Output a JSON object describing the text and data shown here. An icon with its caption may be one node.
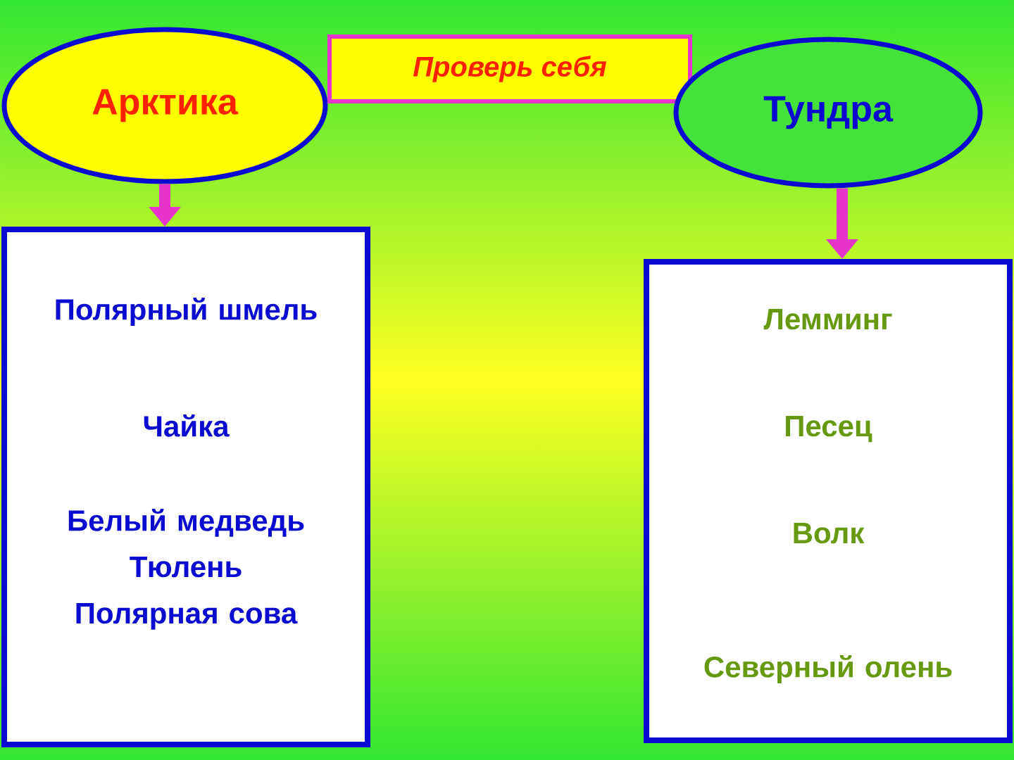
{
  "diagram": {
    "nodes": [
      {
        "text": [
          "Арктика"
        ]
      },
      {
        "text": [
          "Проверь  себя"
        ]
      },
      {
        "text": [
          "Тундра"
        ]
      },
      {
        "text": [
          "Полярный шмель",
          "Чайка",
          "Белый медведь",
          "Тюлень",
          "Полярная сова"
        ]
      },
      {
        "text": [
          "Лемминг",
          "Песец",
          "Волк",
          "Северный олень"
        ]
      }
    ],
    "edges": [
      {
        "from": 0,
        "to": 3,
        "arrow": "to"
      },
      {
        "from": 2,
        "to": 4,
        "arrow": "to"
      }
    ]
  }
}
